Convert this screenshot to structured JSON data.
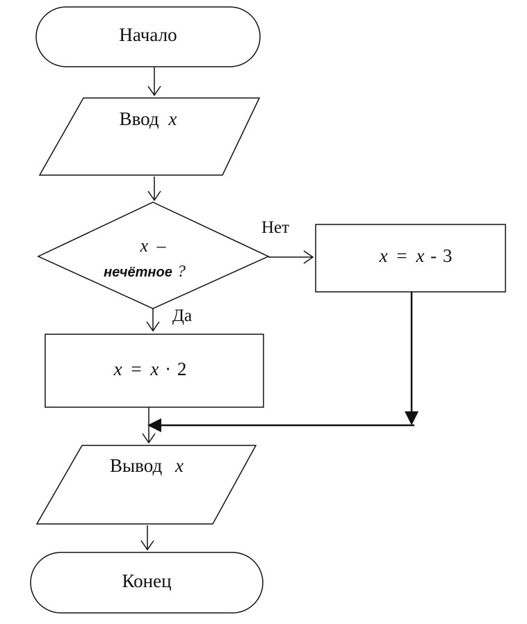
{
  "flowchart": {
    "start": {
      "label": "Начало"
    },
    "input": {
      "word": "Ввод",
      "var": "x"
    },
    "decision": {
      "var": "x",
      "dash": "–",
      "word": "нечётное",
      "qmark": "?"
    },
    "branch_no": {
      "label": "Нет"
    },
    "branch_yes": {
      "label": "Да"
    },
    "process_no": {
      "lhs": "x",
      "eq": "=",
      "rhs_var": "x",
      "op": "-",
      "num": "3"
    },
    "process_yes": {
      "lhs": "x",
      "eq": "=",
      "rhs_var": "x",
      "op": "·",
      "num": "2"
    },
    "output": {
      "word": "Вывод",
      "var": "x"
    },
    "end": {
      "label": "Конец"
    }
  }
}
